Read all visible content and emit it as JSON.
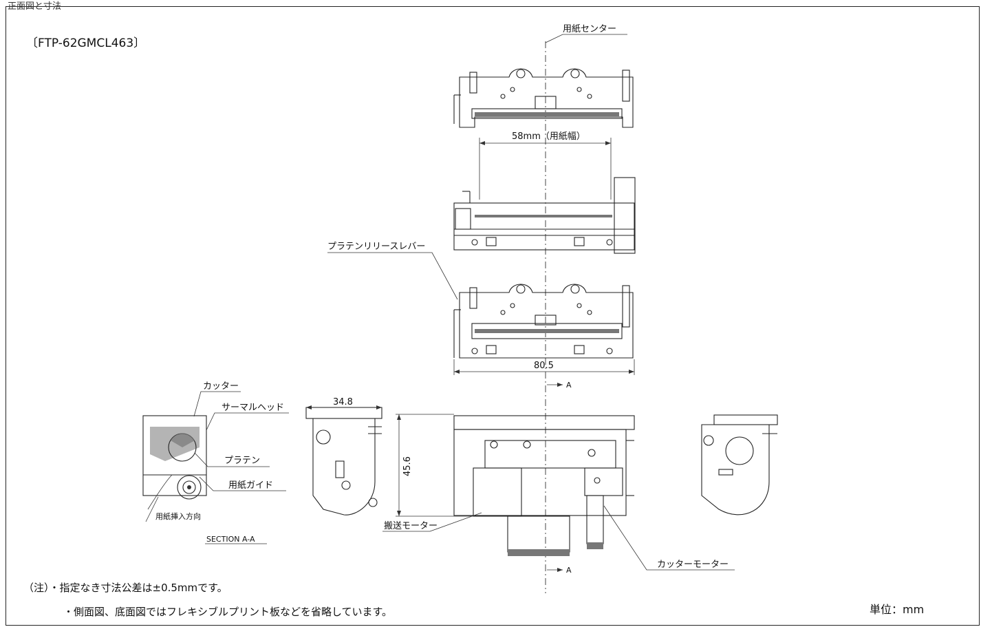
{
  "header": {
    "top_cut_text": "正面図と寸法",
    "model": "〔FTP-62GMCL463〕"
  },
  "labels": {
    "paper_center": "用紙センター",
    "paper_width": "58mm（用紙幅）",
    "platen_release_lever": "プラテンリリースレバー",
    "width_dim": "80.5",
    "section_marker": "A",
    "cutter": "カッター",
    "thermal_head": "サーマルヘッド",
    "platen": "プラテン",
    "paper_guide": "用紙ガイド",
    "paper_insert_dir": "用紙挿入方向",
    "section_title": "SECTION A-A",
    "depth_dim": "34.8",
    "height_dim": "45.6",
    "feed_motor": "搬送モーター",
    "cutter_motor": "カッターモーター"
  },
  "notes": {
    "note1": "（注）・指定なき寸法公差は±0.5mmです。",
    "note2": "・側面図、底面図ではフレキシブルプリント板などを省略しています。",
    "unit": "単位：mm"
  }
}
